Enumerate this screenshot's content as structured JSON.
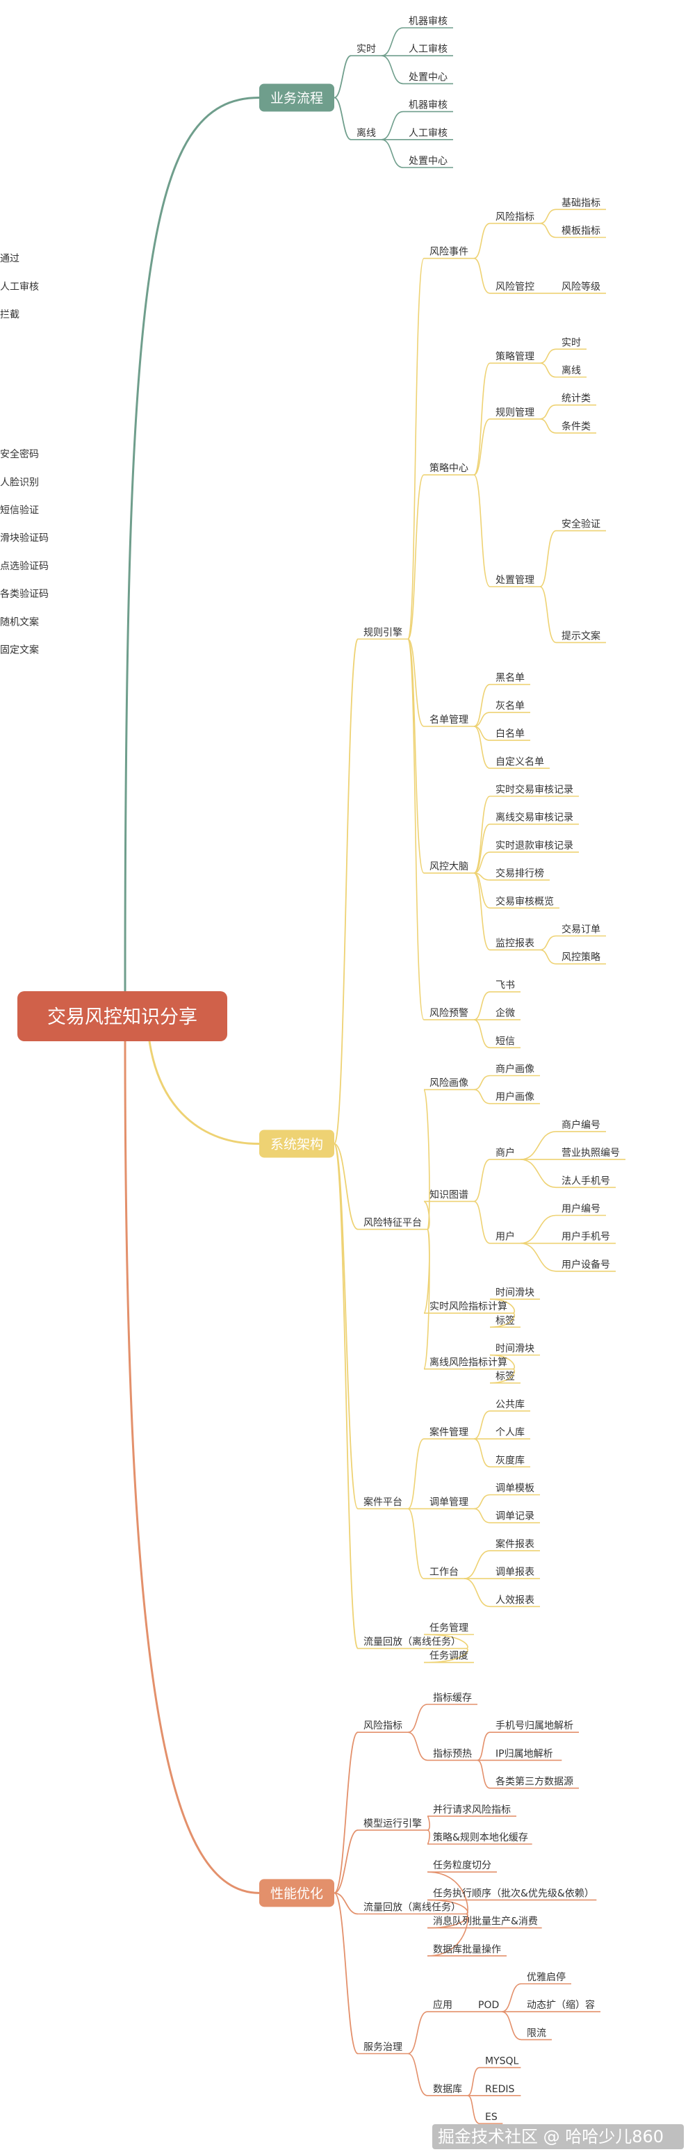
{
  "root": {
    "label": "交易风控知识分享",
    "color": "#d0614a"
  },
  "watermark": "掘金技术社区 @ 哈哈少儿860",
  "branches": [
    {
      "label": "业务流程",
      "color": "#6f9e8c",
      "children": [
        {
          "label": "实时",
          "children": [
            {
              "label": "机器审核"
            },
            {
              "label": "人工审核"
            },
            {
              "label": "处置中心"
            }
          ]
        },
        {
          "label": "离线",
          "children": [
            {
              "label": "机器审核"
            },
            {
              "label": "人工审核"
            },
            {
              "label": "处置中心"
            }
          ]
        }
      ]
    },
    {
      "label": "系统架构",
      "color": "#eed273",
      "children": [
        {
          "label": "规则引擎",
          "children": [
            {
              "label": "风险事件",
              "children": [
                {
                  "label": "风险指标",
                  "children": [
                    {
                      "label": "基础指标"
                    },
                    {
                      "label": "模板指标"
                    }
                  ]
                },
                {
                  "label": "风险管控",
                  "children": [
                    {
                      "label": "风险等级",
                      "children": [
                        {
                          "label": "通过"
                        },
                        {
                          "label": "人工审核"
                        },
                        {
                          "label": "拦截"
                        }
                      ]
                    }
                  ]
                }
              ]
            },
            {
              "label": "策略中心",
              "children": [
                {
                  "label": "策略管理",
                  "children": [
                    {
                      "label": "实时"
                    },
                    {
                      "label": "离线"
                    }
                  ]
                },
                {
                  "label": "规则管理",
                  "children": [
                    {
                      "label": "统计类"
                    },
                    {
                      "label": "条件类"
                    }
                  ]
                },
                {
                  "label": "处置管理",
                  "children": [
                    {
                      "label": "安全验证",
                      "children": [
                        {
                          "label": "安全密码"
                        },
                        {
                          "label": "人脸识别"
                        },
                        {
                          "label": "短信验证"
                        },
                        {
                          "label": "滑块验证码"
                        },
                        {
                          "label": "点选验证码"
                        },
                        {
                          "label": "各类验证码"
                        }
                      ]
                    },
                    {
                      "label": "提示文案",
                      "children": [
                        {
                          "label": "随机文案"
                        },
                        {
                          "label": "固定文案"
                        }
                      ]
                    }
                  ]
                }
              ]
            },
            {
              "label": "名单管理",
              "children": [
                {
                  "label": "黑名单"
                },
                {
                  "label": "灰名单"
                },
                {
                  "label": "白名单"
                },
                {
                  "label": "自定义名单"
                }
              ]
            },
            {
              "label": "风控大脑",
              "children": [
                {
                  "label": "实时交易审核记录"
                },
                {
                  "label": "离线交易审核记录"
                },
                {
                  "label": "实时退款审核记录"
                },
                {
                  "label": "交易排行榜"
                },
                {
                  "label": "交易审核概览"
                },
                {
                  "label": "监控报表",
                  "children": [
                    {
                      "label": "交易订单"
                    },
                    {
                      "label": "风控策略"
                    }
                  ]
                }
              ]
            },
            {
              "label": "风险预警",
              "children": [
                {
                  "label": "飞书"
                },
                {
                  "label": "企微"
                },
                {
                  "label": "短信"
                }
              ]
            }
          ]
        },
        {
          "label": "风险特征平台",
          "children": [
            {
              "label": "风险画像",
              "children": [
                {
                  "label": "商户画像"
                },
                {
                  "label": "用户画像"
                }
              ]
            },
            {
              "label": "知识图谱",
              "children": [
                {
                  "label": "商户",
                  "children": [
                    {
                      "label": "商户编号"
                    },
                    {
                      "label": "营业执照编号"
                    },
                    {
                      "label": "法人手机号"
                    }
                  ]
                },
                {
                  "label": "用户",
                  "children": [
                    {
                      "label": "用户编号"
                    },
                    {
                      "label": "用户手机号"
                    },
                    {
                      "label": "用户设备号"
                    }
                  ]
                }
              ]
            },
            {
              "label": "实时风险指标计算",
              "children": [
                {
                  "label": "时间滑块"
                },
                {
                  "label": "标签"
                }
              ]
            },
            {
              "label": "离线风险指标计算",
              "children": [
                {
                  "label": "时间滑块"
                },
                {
                  "label": "标签"
                }
              ]
            }
          ]
        },
        {
          "label": "案件平台",
          "children": [
            {
              "label": "案件管理",
              "children": [
                {
                  "label": "公共库"
                },
                {
                  "label": "个人库"
                },
                {
                  "label": "灰度库"
                }
              ]
            },
            {
              "label": "调单管理",
              "children": [
                {
                  "label": "调单模板"
                },
                {
                  "label": "调单记录"
                }
              ]
            },
            {
              "label": "工作台",
              "children": [
                {
                  "label": "案件报表"
                },
                {
                  "label": "调单报表"
                },
                {
                  "label": "人效报表"
                }
              ]
            }
          ]
        },
        {
          "label": "流量回放（离线任务）",
          "children": [
            {
              "label": "任务管理"
            },
            {
              "label": "任务调度"
            }
          ]
        }
      ]
    },
    {
      "label": "性能优化",
      "color": "#e3906b",
      "children": [
        {
          "label": "风险指标",
          "children": [
            {
              "label": "指标缓存"
            },
            {
              "label": "指标预热",
              "children": [
                {
                  "label": "手机号归属地解析"
                },
                {
                  "label": "IP归属地解析"
                },
                {
                  "label": "各类第三方数据源"
                }
              ]
            }
          ]
        },
        {
          "label": "模型运行引擎",
          "children": [
            {
              "label": "并行请求风险指标"
            },
            {
              "label": "策略&规则本地化缓存"
            }
          ]
        },
        {
          "label": "流量回放（离线任务）",
          "children": [
            {
              "label": "任务粒度切分"
            },
            {
              "label": "任务执行顺序（批次&优先级&依赖）"
            },
            {
              "label": "消息队列批量生产&消费"
            },
            {
              "label": "数据库批量操作"
            }
          ]
        },
        {
          "label": "服务治理",
          "children": [
            {
              "label": "应用",
              "children": [
                {
                  "label": "POD",
                  "children": [
                    {
                      "label": "优雅启停"
                    },
                    {
                      "label": "动态扩（缩）容"
                    },
                    {
                      "label": "限流"
                    }
                  ]
                }
              ]
            },
            {
              "label": "数据库",
              "children": [
                {
                  "label": "MYSQL"
                },
                {
                  "label": "REDIS"
                },
                {
                  "label": "ES"
                }
              ]
            }
          ]
        }
      ]
    }
  ]
}
